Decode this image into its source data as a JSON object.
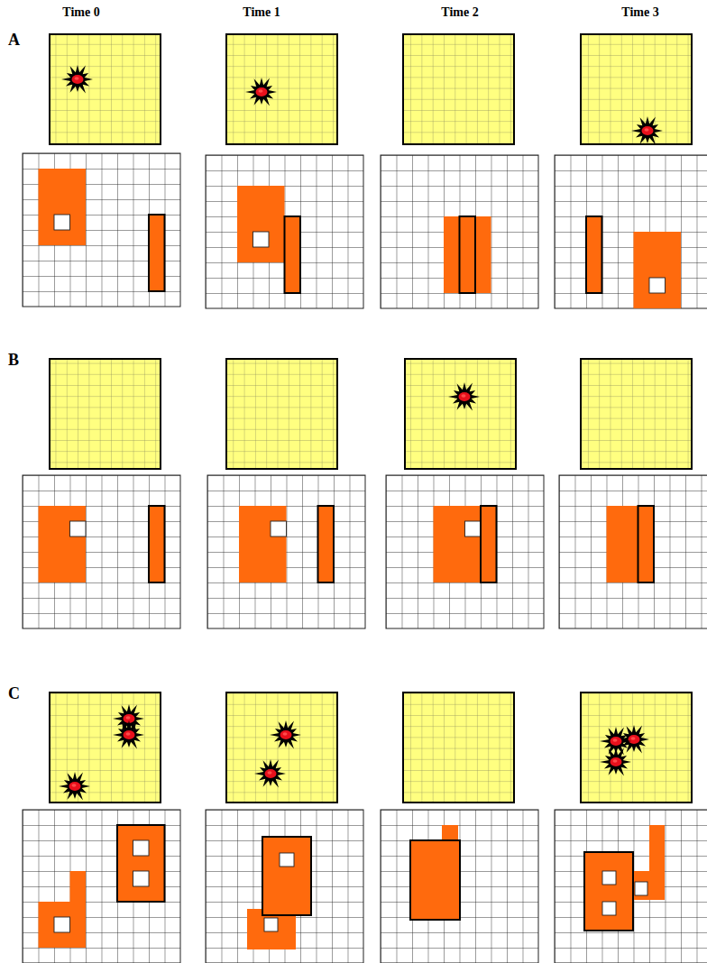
{
  "diagram": {
    "labels": [
      "Time 0",
      "Time 1",
      "Time 2",
      "Time 3",
      "A",
      "B",
      "C"
    ]
  }
}
